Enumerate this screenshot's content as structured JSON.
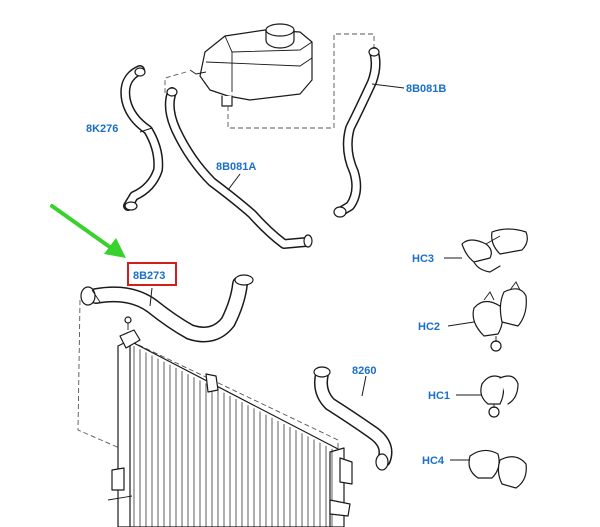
{
  "labels": {
    "hose_8k276": "8K276",
    "hose_8b081a": "8B081A",
    "hose_8b081b": "8B081B",
    "hose_8b273": "8B273",
    "hose_8260": "8260",
    "clip_hc3": "HC3",
    "clip_hc2": "HC2",
    "clip_hc1": "HC1",
    "clip_hc4": "HC4"
  },
  "colors": {
    "label_blue": "#1a6fc9",
    "highlight_red": "#d41e1e",
    "arrow_green": "#39d12c",
    "line": "#1a1a1a"
  }
}
